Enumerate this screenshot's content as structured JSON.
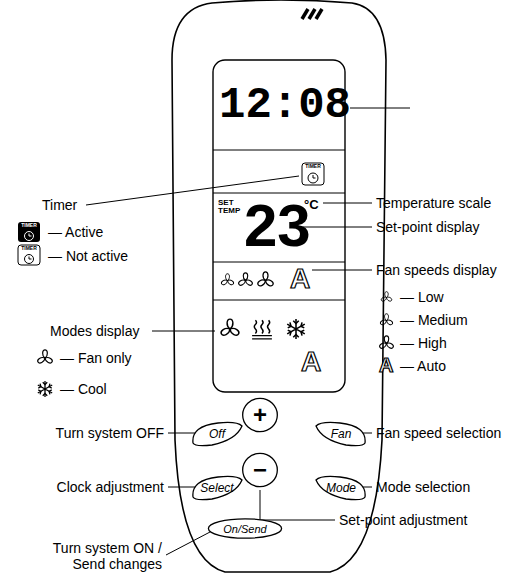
{
  "diagram": {
    "nodes": [
      {
        "text": [
          "Off"
        ]
      },
      {
        "text": [
          "+"
        ]
      },
      {
        "text": [
          "Fan"
        ]
      },
      {
        "text": [
          "Select"
        ]
      },
      {
        "text": [
          "−"
        ]
      },
      {
        "text": [
          "Mode"
        ]
      },
      {
        "text": [
          "On/Send"
        ]
      }
    ],
    "labels": [
      "12:08",
      "TIMER",
      "SET TEMP",
      "23",
      "°C",
      "A",
      "A",
      "Timer",
      "TIMER",
      "— Active",
      "TIMER",
      "— Not active",
      "Temperature scale",
      "Set-point display",
      "Fan speeds display",
      "— Low",
      "— Medium",
      "— High",
      "A",
      "— Auto",
      "Modes display",
      "— Fan only",
      "— Cool",
      "Turn system OFF",
      "Fan speed selection",
      "Clock adjustment",
      "Mode selection",
      "Set-point adjustment",
      "Turn system ON / Send changes"
    ]
  }
}
